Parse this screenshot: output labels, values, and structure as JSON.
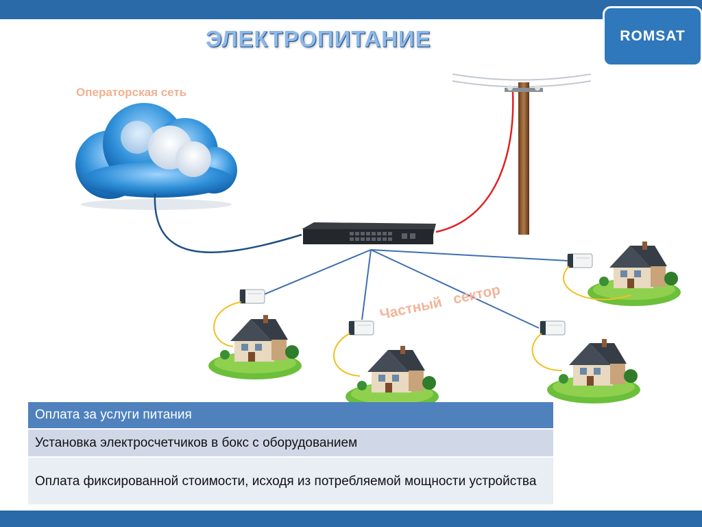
{
  "slide": {
    "title": "ЭЛЕКТРОПИТАНИЕ",
    "logo_text": "ROMSAT",
    "cloud_label": "Операторская сеть",
    "sector_label": "Частный   сектор"
  },
  "table": {
    "header": "Оплата за услуги питания",
    "rows": [
      "Установка электросчетчиков  в  бокс с оборудованием",
      "Оплата фиксированной стоимости, исходя из потребляемой мощности устройства"
    ]
  },
  "colors": {
    "bar": "#2a6aa8",
    "table_header": "#4f81bd",
    "cloud": "#2e8fd8",
    "link_line": "#3e6fb0",
    "power_cable": "#e02020",
    "drop_cable": "#f0c020"
  }
}
